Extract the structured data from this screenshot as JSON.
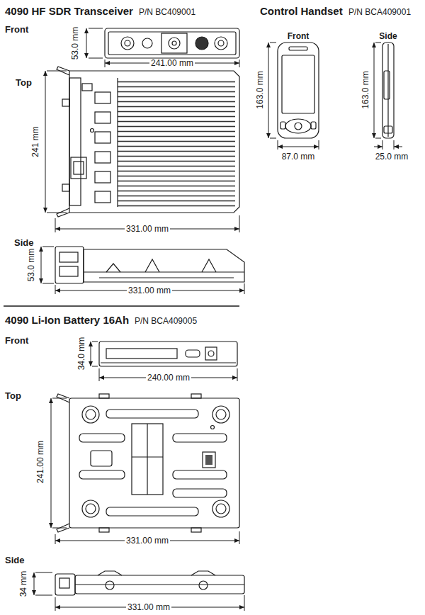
{
  "diagram": {
    "labels": [
      "4090 HF SDR Transceiver",
      "P/N BC409001",
      "Control Handset",
      "P/N BCA409001",
      "Front",
      "53.0 mm",
      "241.00 mm",
      "Top",
      "241 mm",
      "331.00 mm",
      "Side",
      "53.0 mm",
      "331.00 mm",
      "Front",
      "Side",
      "163.0 mm",
      "87.0 mm",
      "163.0 mm",
      "25.0 mm",
      "4090 Li-Ion Battery 16Ah",
      "P/N BCA409005",
      "Front",
      "34.0 mm",
      "240.00 mm",
      "Top",
      "241.00 mm",
      "331.00 mm",
      "Side",
      "34 mm",
      "331.00 mm"
    ]
  }
}
